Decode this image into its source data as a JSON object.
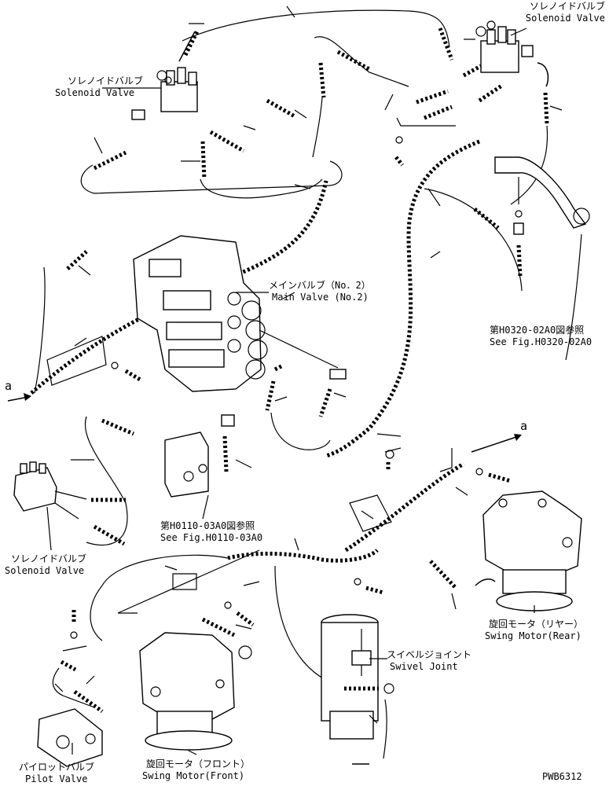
{
  "labels": {
    "solenoid_valve_top_right_jp": "ソレノイドバルブ",
    "solenoid_valve_top_right_en": "Solenoid Valve",
    "solenoid_valve_top_left_jp": "ソレノイドバルブ",
    "solenoid_valve_top_left_en": "Solenoid Valve",
    "main_valve_jp": "メインバルブ（No．2）",
    "main_valve_en": "Main Valve (No.2)",
    "ref_h0320_jp": "第H0320-02A0図参照",
    "ref_h0320_en": "See Fig.H0320-02A0",
    "ref_h0110_jp": "第H0110-03A0図参照",
    "ref_h0110_en": "See Fig.H0110-03A0",
    "solenoid_valve_left_jp": "ソレノイドバルブ",
    "solenoid_valve_left_en": "Solenoid Valve",
    "swing_motor_rear_jp": "旋回モータ（リヤー）",
    "swing_motor_rear_en": "Swing Motor(Rear)",
    "swivel_joint_jp": "スイベルジョイント",
    "swivel_joint_en": "Swivel Joint",
    "pilot_valve_jp": "パイロットバルブ",
    "pilot_valve_en": "Pilot Valve",
    "swing_motor_front_jp": "旋回モータ（フロント）",
    "swing_motor_front_en": "Swing Motor(Front)",
    "marker_a_left": "a",
    "marker_a_right": "a",
    "drawing_number": "PWB6312"
  }
}
